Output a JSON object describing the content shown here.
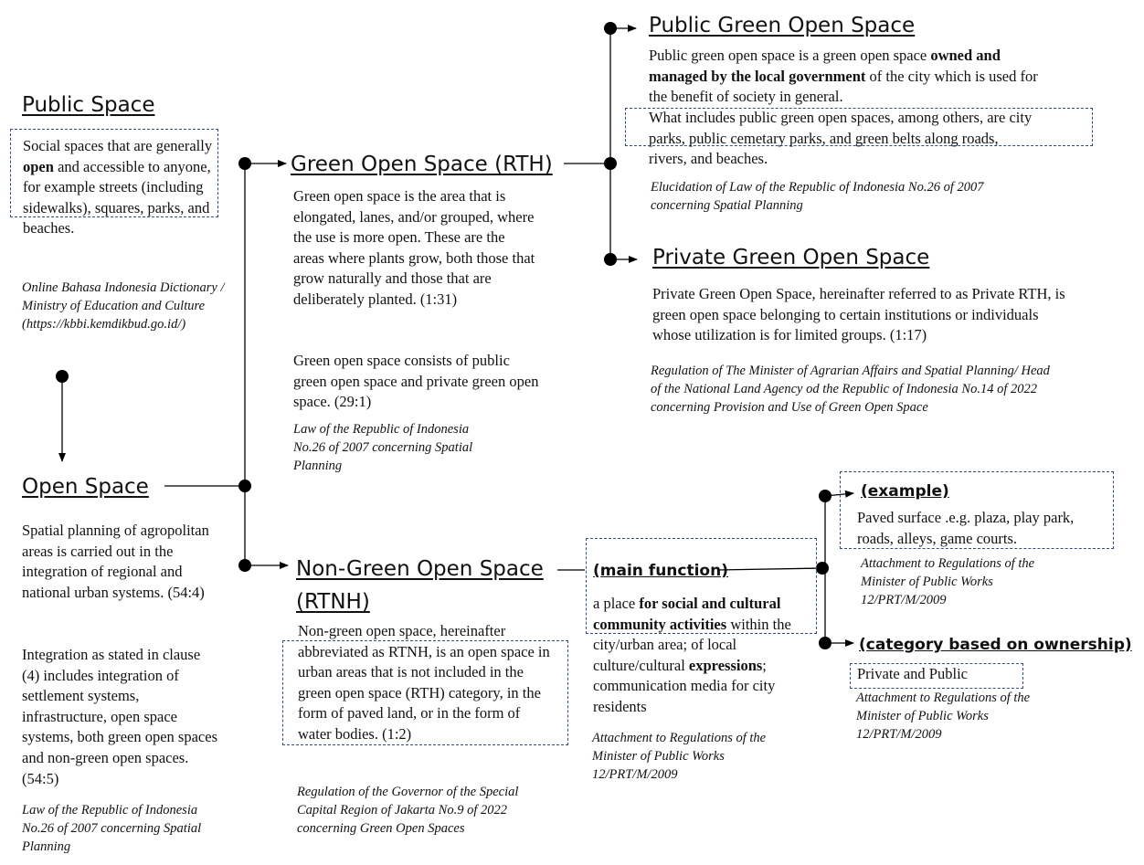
{
  "public_space": {
    "title": "Public Space",
    "text": "Social spaces that are generally <b>open</b> and accessible to anyone, for example streets (including sidewalks), squares, parks, and beaches.",
    "citation": "Online Bahasa Indonesia Dictionary / Ministry of Education and Culture (https://kbbi.kemdikbud.go.id/)"
  },
  "open_space": {
    "title": "Open Space",
    "text1": "Spatial planning of agropolitan areas is carried out in the integration of regional and national urban systems. (54:4)",
    "text2": "Integration as stated in clause (4) includes integration of settlement systems, infrastructure, open space systems, both green open spaces and non-green open spaces. (54:5)",
    "citation": "Law of the Republic of Indonesia No.26 of 2007 concerning Spatial Planning"
  },
  "rth": {
    "title": "Green Open Space (RTH)",
    "text1": "Green open space is the area that is elongated, lanes, and/or grouped, where the use is more open. These are the areas where plants grow, both those that grow naturally and those that are deliberately planted. (1:31)",
    "text2": "Green open space consists of public green open space and private green open space. (29:1)",
    "citation": "Law of the Republic of Indonesia No.26 of 2007 concerning Spatial Planning"
  },
  "public_green": {
    "title": "Public Green Open Space",
    "text": "Public green open space is a green open space <b>owned and managed by the local government</b> of the city which is used for the benefit of society in general.",
    "text2": "What includes public green open spaces, among others, are city parks, public cemetary parks, and green belts along roads, rivers, and beaches.",
    "citation": "Elucidation of Law of the Republic of Indonesia No.26 of 2007 concerning Spatial Planning"
  },
  "private_green": {
    "title": "Private Green Open Space",
    "text": "Private Green Open Space, hereinafter referred to as Private RTH, is green open space belonging to certain institutions or individuals whose utilization is for limited groups. (1:17)",
    "citation": "Regulation of The Minister of Agrarian Affairs and Spatial Planning/ Head of the National Land Agency od the Republic of Indonesia No.14 of 2022 concerning Provision and Use of Green Open Space"
  },
  "rtnh": {
    "title1": "Non-Green Open Space",
    "title2": "(RTNH)",
    "text": "Non-green open space, hereinafter abbreviated as RTNH, is an open space in urban areas that is not included in the green open space (RTH) category, in the form of paved land, or in the form of water bodies. (1:2)",
    "citation": "Regulation of the Governor of the Special Capital Region of Jakarta No.9 of 2022 concerning Green Open Spaces"
  },
  "main_function": {
    "title": "(main function)",
    "text": "a place <b>for social and cultural community activities</b> within the city/urban area; of local culture/cultural <b>expressions</b>; communication media for city residents",
    "citation": "Attachment to Regulations of the Minister of Public Works 12/PRT/M/2009"
  },
  "example": {
    "title": "(example)",
    "text": "Paved surface .e.g. plaza, play park, roads, alleys, game courts.",
    "citation": "Attachment to Regulations of the Minister of Public Works 12/PRT/M/2009"
  },
  "ownership": {
    "title": "(category based on ownership)",
    "text": "Private and Public",
    "citation": "Attachment to Regulations of the Minister of Public Works 12/PRT/M/2009"
  }
}
